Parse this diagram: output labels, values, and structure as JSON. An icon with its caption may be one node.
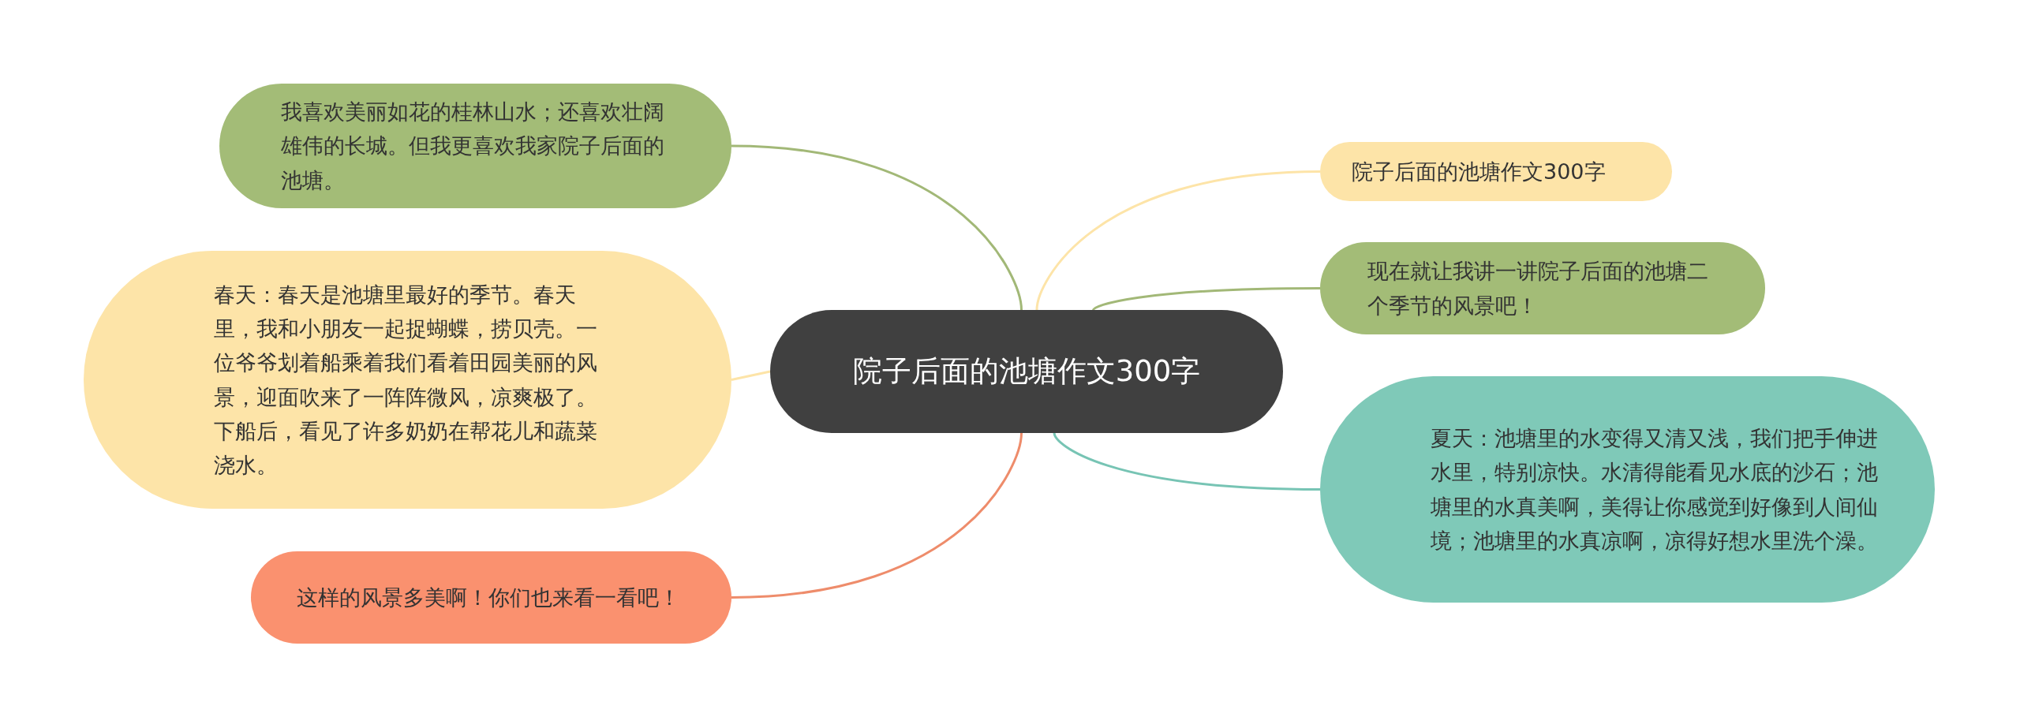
{
  "diagram": {
    "nodes": [
      {
        "text": [
          "院子后面的池塘作文300字"
        ]
      },
      {
        "text": [
          "我喜欢美丽如花的桂林山水；还喜欢壮阔雄伟的长城。但我更喜欢我家院子后面的池塘。"
        ]
      },
      {
        "text": [
          "春天：春天是池塘里最好的季节。春天里，我和小朋友一起捉蝴蝶，捞贝壳。一位爷爷划着船乘着我们看着田园美丽的风景，迎面吹来了一阵阵微风，凉爽极了。下船后，看见了许多奶奶在帮花儿和蔬菜浇水。"
        ]
      },
      {
        "text": [
          "这样的风景多美啊！你们也来看一看吧！"
        ]
      },
      {
        "text": [
          "院子后面的池塘作文300字"
        ]
      },
      {
        "text": [
          "现在就让我讲一讲院子后面的池塘二个季节的风景吧！"
        ]
      },
      {
        "text": [
          "夏天：池塘里的水变得又清又浅，我们把手伸进水里，特别凉快。水清得能看见水底的沙石；池塘里的水真美啊，美得让你感觉到好像到人间仙境；池塘里的水真凉啊，凉得好想水里洗个澡。"
        ]
      }
    ],
    "edges": [
      {
        "from": 0,
        "to": 1,
        "arrow": "none",
        "color": "#a2b877"
      },
      {
        "from": 0,
        "to": 2,
        "arrow": "none",
        "color": "#fde4a8"
      },
      {
        "from": 0,
        "to": 3,
        "arrow": "none",
        "color": "#ee8c6b"
      },
      {
        "from": 0,
        "to": 4,
        "arrow": "none",
        "color": "#fde4a8"
      },
      {
        "from": 0,
        "to": 5,
        "arrow": "none",
        "color": "#a2b877"
      },
      {
        "from": 0,
        "to": 6,
        "arrow": "none",
        "color": "#77c4b4"
      }
    ]
  }
}
